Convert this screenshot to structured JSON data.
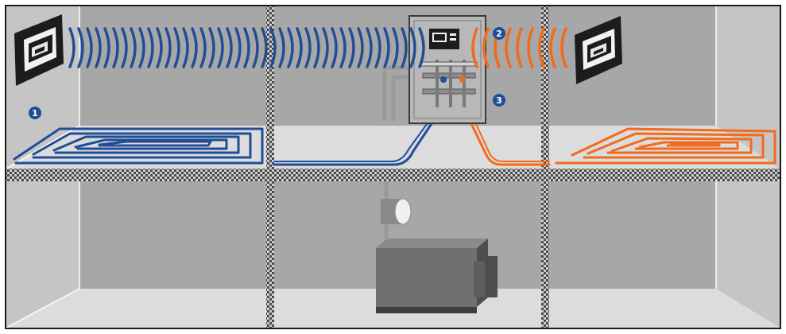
{
  "markers": [
    {
      "id": "room-thermostat",
      "label": "1"
    },
    {
      "id": "wireless-receiver",
      "label": "2"
    },
    {
      "id": "manifold",
      "label": "3"
    }
  ],
  "colors": {
    "background": "#ffffff",
    "frame": "#1a1a1a",
    "wall_back": "#a7a7a7",
    "wall_side": "#c5c5c5",
    "floor": "#dcdcdc",
    "floor_edge": "#e8e8e8",
    "slab_dark": "#4a4a4a",
    "slab_light": "#cfcfcf",
    "zone_cold": "#1f4e96",
    "zone_hot": "#f26a1b",
    "marker_fill": "#1f4e96",
    "device_body": "#1c1c1c",
    "device_screen": "#f2f2f2",
    "boiler": "#707070",
    "boiler_dark": "#4e4e4e",
    "pipe": "#9a9a9a",
    "cabinet": "#b8b8b8"
  },
  "icons": [
    "thermostat-icon",
    "wireless-signal-icon",
    "manifold-cabinet-icon",
    "boiler-icon",
    "expansion-tank-icon",
    "underfloor-heating-loop-icon"
  ]
}
